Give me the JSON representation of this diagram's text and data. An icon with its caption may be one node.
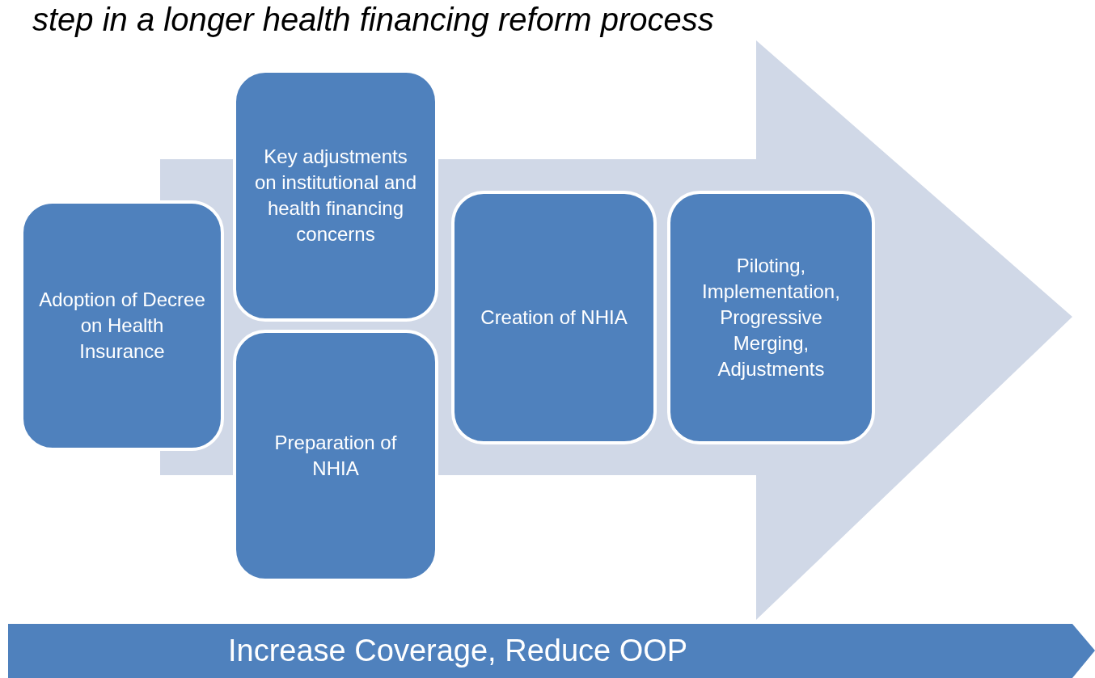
{
  "diagram": {
    "title": "step in a longer health financing reform process",
    "nodes": [
      {
        "text": [
          "Adoption of Decree on Health Insurance"
        ]
      },
      {
        "text": [
          "Key adjustments on institutional and health financing concerns"
        ]
      },
      {
        "text": [
          "Preparation of NHIA"
        ]
      },
      {
        "text": [
          "Creation of NHIA"
        ]
      },
      {
        "text": [
          "Piloting, Implementation, Progressive Merging, Adjustments"
        ]
      },
      {
        "text": [
          "Increase Coverage, Reduce OOP"
        ]
      }
    ],
    "edges": []
  }
}
